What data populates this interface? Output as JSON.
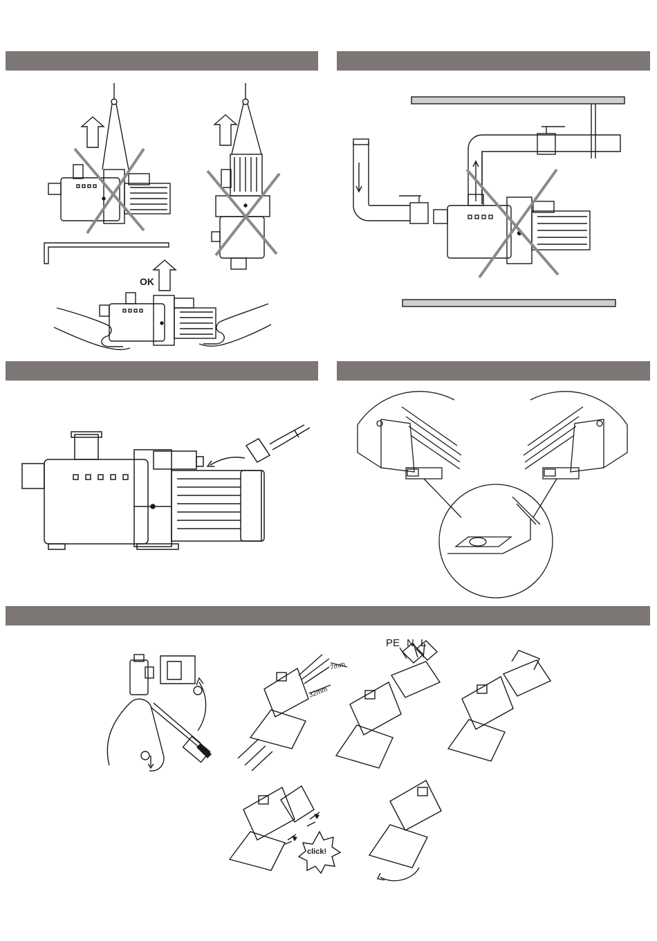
{
  "page": {
    "background": "#ffffff",
    "bar_color": "#7c7674",
    "line_color": "#1a1a1a",
    "cross_color": "#8a8a8a"
  },
  "section_bars": [
    {
      "id": "bar-top-left",
      "label": ""
    },
    {
      "id": "bar-top-right",
      "label": ""
    },
    {
      "id": "bar-mid-left",
      "label": ""
    },
    {
      "id": "bar-mid-right",
      "label": ""
    },
    {
      "id": "bar-bottom",
      "label": ""
    }
  ],
  "panel1": {
    "ok_label": "OK"
  },
  "panel5": {
    "dim_7": "7mm",
    "dim_32": "32mm",
    "pe_label": "PE",
    "n_label": "N",
    "l_label": "L",
    "click_label": "click!"
  },
  "icons": [
    "arrow-up-icon",
    "cross-out-icon",
    "hand-icon",
    "screwdriver-icon",
    "rotate-arrow-icon",
    "starburst-icon",
    "connector-plug-icon"
  ]
}
